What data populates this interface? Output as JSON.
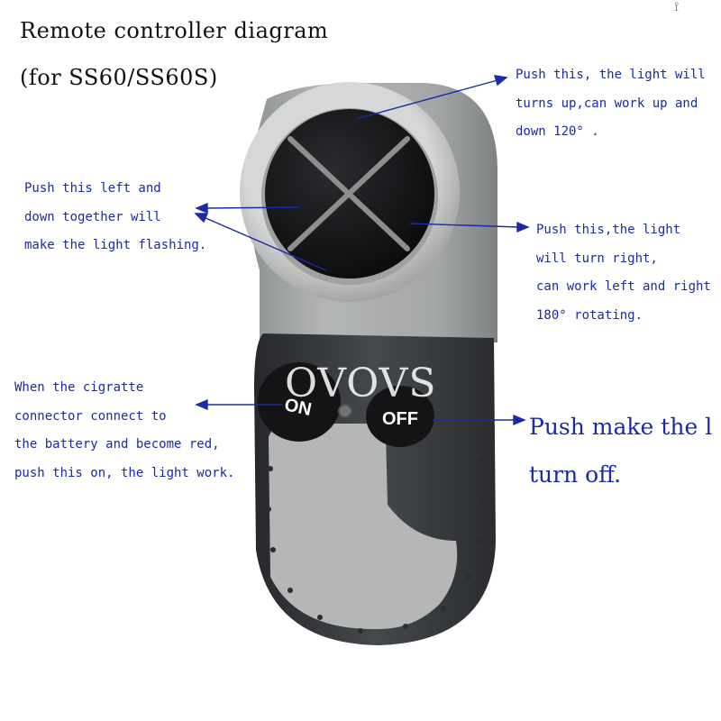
{
  "title": {
    "line1": "Remote controller diagram",
    "line2": "(for SS60/SS60S)"
  },
  "watermark": "OVOVS",
  "buttons": {
    "on": "ON",
    "off": "OFF"
  },
  "annotations": {
    "up": [
      "Push this, the light will",
      "turns up,can work up and",
      "down 120° ."
    ],
    "flash": [
      "Push this left and",
      "down together will",
      "make the light flashing."
    ],
    "right": [
      "Push this,the light",
      "will turn right,",
      "can work left and right",
      "180° rotating."
    ],
    "on": [
      "When the cigratte",
      "connector connect to",
      "the battery and become red,",
      "push this on, the light work."
    ],
    "off": [
      "Push make the l",
      "turn off."
    ]
  },
  "colors": {
    "annotation_text": "#1a2aa8",
    "arrow": "#1a2aa8",
    "body_light": "#a9acab",
    "body_dark": "#3b3d40",
    "button_black": "#141416"
  }
}
